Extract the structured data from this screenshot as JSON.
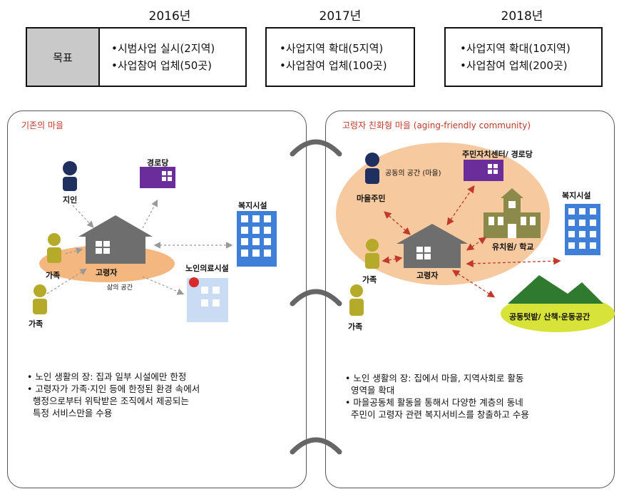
{
  "timeline": {
    "years": [
      "2016년",
      "2017년",
      "2018년"
    ],
    "goal_label": "목표",
    "goals": [
      [
        "•시범사업 실시(2지역)",
        "•사업참여 업체(50곳)"
      ],
      [
        "•사업지역 확대(5지역)",
        "•사업참여 업체(100곳)"
      ],
      [
        "•사업지역 확대(10지역)",
        "•사업참여 업체(200곳)"
      ]
    ]
  },
  "left_panel": {
    "title": "기존의 마을",
    "labels": {
      "acquaintance": "지인",
      "senior_center": "경로당",
      "welfare": "복지시설",
      "family1": "가족",
      "elderly": "고령자",
      "living_space": "삶의 공간",
      "medical": "노인의료시설",
      "family2": "가족"
    },
    "description": [
      "• 노인 생활의 장: 집과 일부 시설에만 한정",
      "• 고령자가 가족·지인 등에 한정된 환경 속에서",
      "  행정으로부터 위탁받은 조직에서 제공되는",
      "  특정 서비스만을 수용"
    ]
  },
  "right_panel": {
    "title": "고령자 친화형 마을 (aging-friendly community)",
    "labels": {
      "common_space": "공동의 공간 (마을)",
      "community_center": "주민자치센터/ 경로당",
      "villager": "마을주민",
      "welfare": "복지시설",
      "school": "유치원/ 학교",
      "family1": "가족",
      "elderly": "고령자",
      "garden": "공동텃밭/ 산책·운동공간",
      "family2": "가족"
    },
    "description": [
      "• 노인 생활의 장: 집에서 마을, 지역사회로 활동",
      "  영역을 확대",
      "• 마을공동체 활동을 통해서 다양한 계층의 동네",
      "  주민이 고령자 관련 복지서비스를 창출하고 수용"
    ]
  },
  "colors": {
    "person_navy": "#1f2f5f",
    "person_olive": "#b5aa2a",
    "house_gray": "#6e6e6e",
    "building_blue": "#3f7fd8",
    "senior_center_purple": "#6a2d9a",
    "space_orange": "#f4b77f",
    "school_olive": "#8c8a4a",
    "mountain_green": "#2f7a2f",
    "garden_yellow": "#d8e33a",
    "title_red": "#c0392b"
  }
}
